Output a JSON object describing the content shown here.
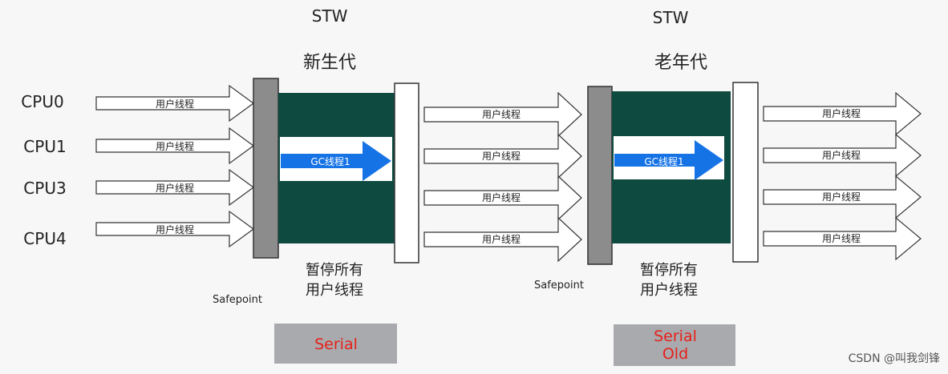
{
  "stw_labels": [
    "STW",
    "STW"
  ],
  "phases": [
    {
      "title": "新生代",
      "gc_thread": "GC线程1",
      "pause_line1": "暂停所有",
      "pause_line2": "用户线程",
      "safepoint": "Safepoint",
      "collector_line1": "Serial",
      "collector_line2": ""
    },
    {
      "title": "老年代",
      "gc_thread": "GC线程1",
      "pause_line1": "暂停所有",
      "pause_line2": "用户线程",
      "safepoint": "Safepoint",
      "collector_line1": "Serial",
      "collector_line2": "Old"
    }
  ],
  "cpus": [
    "CPU0",
    "CPU1",
    "CPU3",
    "CPU4"
  ],
  "user_thread_label": "用户线程",
  "watermark": "CSDN @叫我剑锋",
  "colors": {
    "background": "#f7f7f7",
    "gc_block": "#0f4a40",
    "gc_arrow": "#1673e6",
    "safepoint_bar": "#8c8c8c",
    "collector_box": "#a8aaad",
    "collector_text": "#e8201b"
  }
}
